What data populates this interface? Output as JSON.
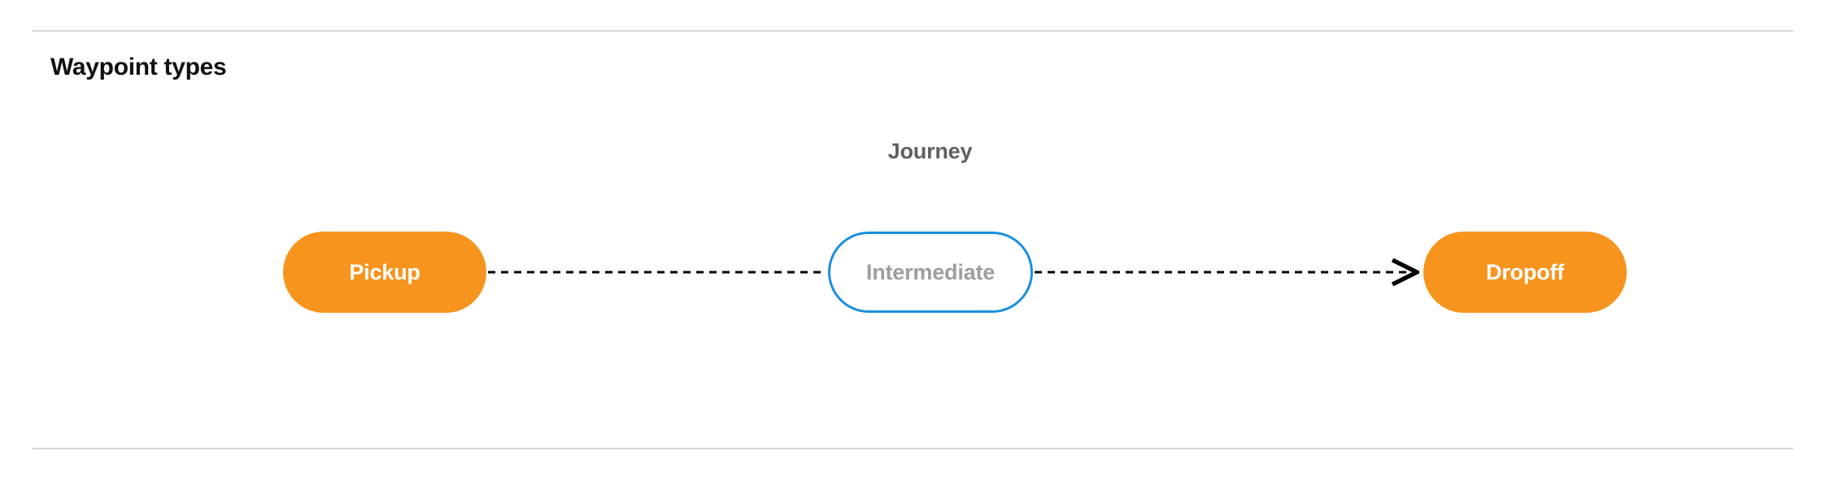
{
  "section": {
    "title": "Waypoint types"
  },
  "diagram": {
    "title": "Journey",
    "type": "flow",
    "nodes": [
      {
        "id": "pickup",
        "label": "Pickup",
        "style": "filled",
        "fill": "#F6941E",
        "text_color": "#FFFFFF",
        "shape": "pill"
      },
      {
        "id": "intermediate",
        "label": "Intermediate",
        "style": "outline",
        "fill": "#FFFFFF",
        "text_color": "#9E9E9E",
        "border_color": "#1A8FDD",
        "shape": "pill"
      },
      {
        "id": "dropoff",
        "label": "Dropoff",
        "style": "filled",
        "fill": "#F6941E",
        "text_color": "#FFFFFF",
        "shape": "pill"
      }
    ],
    "edges": [
      {
        "from": "pickup",
        "to": "intermediate",
        "style": "dashed",
        "arrowhead": false,
        "color": "#000000"
      },
      {
        "from": "intermediate",
        "to": "dropoff",
        "style": "dashed",
        "arrowhead": true,
        "color": "#000000"
      }
    ]
  },
  "colors": {
    "accent_orange": "#F6941E",
    "accent_blue": "#1A8FDD",
    "divider": "#D4D6D8",
    "title_text": "#111111",
    "muted_text": "#606060"
  }
}
